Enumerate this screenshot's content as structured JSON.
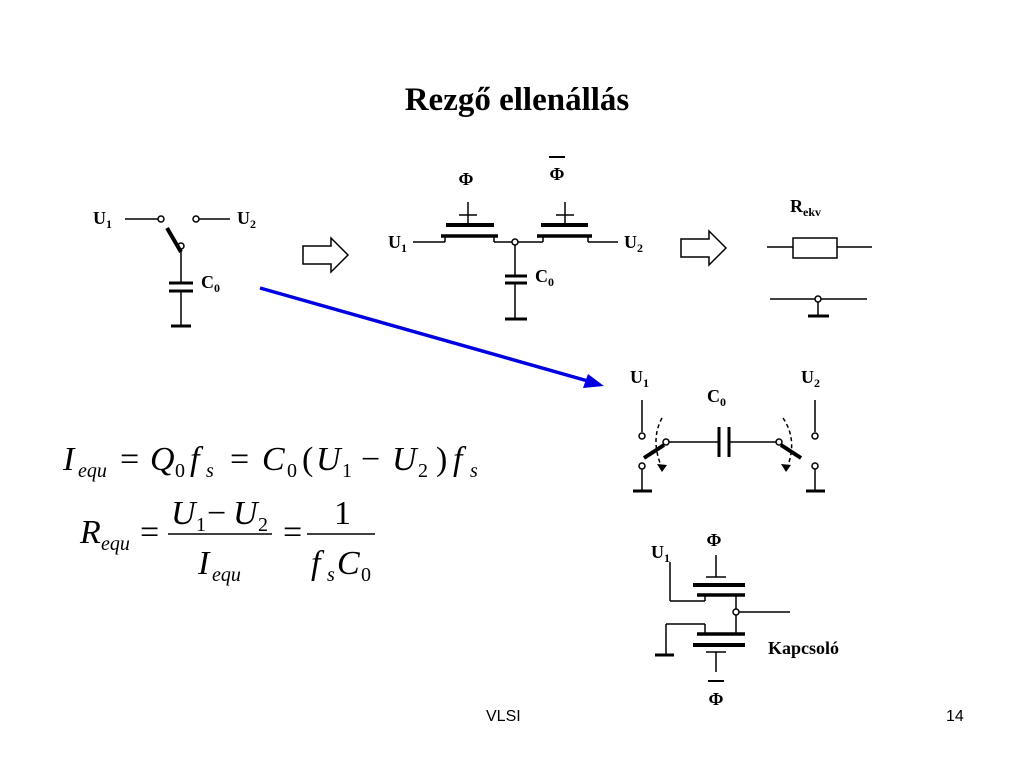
{
  "title": "Rezgő ellenállás",
  "title_color": "#ff00ff",
  "arrow_color": "#0000e0",
  "labels": {
    "u": "U",
    "c": "C",
    "r": "R",
    "phi": "Φ",
    "sub_1": "1",
    "sub_2": "2",
    "sub_0": "0",
    "sub_ekv": "ekv",
    "kapcsolo": "Kapcsoló"
  },
  "equations": {
    "eq1": {
      "I": "I",
      "equ": "equ",
      "eqsign": "=",
      "Q": "Q",
      "zero": "0",
      "f": "f",
      "s": "s",
      "C": "C",
      "lparen": "(",
      "U": "U",
      "one": "1",
      "minus": "−",
      "two": "2",
      "rparen": ")"
    },
    "eq2": {
      "R": "R",
      "equ": "equ",
      "eqsign": "=",
      "U": "U",
      "one": "1",
      "minus": "−",
      "two": "2",
      "I": "I",
      "numone": "1",
      "f": "f",
      "s": "s",
      "C": "C",
      "zero": "0"
    }
  },
  "footer": {
    "left": "VLSI",
    "right": "14"
  }
}
